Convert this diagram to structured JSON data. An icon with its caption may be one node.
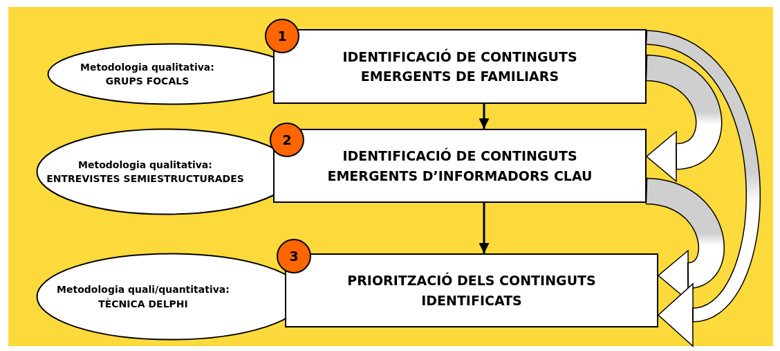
{
  "diagram": {
    "nodes": [
      {
        "text": [
          "Metodologia qualitativa:",
          "GRUPS FOCALS"
        ]
      },
      {
        "text": [
          "IDENTIFICACIÓ DE CONTINGUTS EMERGENTS DE FAMILIARS"
        ]
      },
      {
        "text": [
          "1"
        ]
      },
      {
        "text": [
          "Metodologia qualitativa:",
          "ENTREVISTES SEMIESTRUCTURADES"
        ]
      },
      {
        "text": [
          "IDENTIFICACIÓ DE CONTINGUTS EMERGENTS D’INFORMADORS CLAU"
        ]
      },
      {
        "text": [
          "2"
        ]
      },
      {
        "text": [
          "Metodologia quali/quantitativa:",
          "TÈCNICA DELPHI"
        ]
      },
      {
        "text": [
          "PRIORITZACIÓ DELS CONTINGUTS IDENTIFICATS"
        ]
      },
      {
        "text": [
          "3"
        ]
      }
    ],
    "edges": [
      {
        "from": 1,
        "to": 4,
        "arrow": "to"
      },
      {
        "from": 4,
        "to": 7,
        "arrow": "to"
      },
      {
        "from": 1,
        "to": 4,
        "arrow": "to",
        "style": "thick"
      },
      {
        "from": 4,
        "to": 7,
        "arrow": "to",
        "style": "thick"
      },
      {
        "from": 1,
        "to": 7,
        "arrow": "to",
        "style": "thick"
      }
    ]
  }
}
